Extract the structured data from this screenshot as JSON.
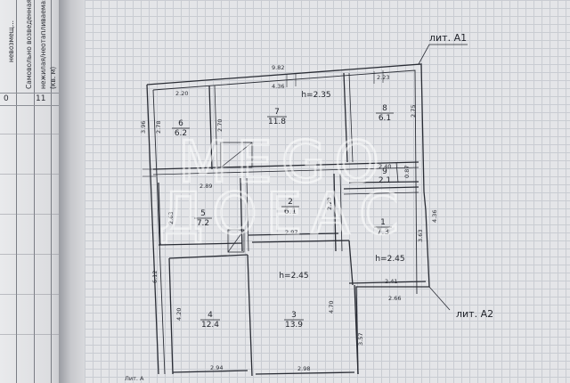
{
  "table": {
    "col_header_1": "Самовольно возведенная",
    "col_header_2": "нежилая/неотапливаемая",
    "col_header_3": "(кв. м)",
    "col_header_4": "невозмещ...",
    "col_num_1": "0",
    "col_num_2": "11"
  },
  "plan": {
    "labels": {
      "lit_a1": "лит. А1",
      "lit_a2": "лит. А2"
    },
    "rooms": [
      {
        "num": "6",
        "area": "6.2"
      },
      {
        "num": "7",
        "area": "11.8"
      },
      {
        "num": "8",
        "area": "6.1"
      },
      {
        "num": "9",
        "area": "2.1"
      },
      {
        "num": "5",
        "area": "7.2"
      },
      {
        "num": "2",
        "area": "6.1"
      },
      {
        "num": "1",
        "area": "7.3"
      },
      {
        "num": "4",
        "area": "12.4"
      },
      {
        "num": "3",
        "area": "13.9"
      }
    ],
    "heights": [
      "h=2.35",
      "h=2.45",
      "h=2.45"
    ],
    "dimensions": {
      "top_total": "9.82",
      "r6_top": "2.20",
      "r7_top": "4.36",
      "r8_top": "2.23",
      "left_a": "3.96",
      "left_b": "2.78",
      "r6_right": "2.70",
      "r8_right": "2.75",
      "r9_h": "2.40",
      "r9_w": "0.87",
      "r5_top": "2.89",
      "r5_left": "2.63",
      "r2_mid": "2.20",
      "r1_right": "4.36",
      "r1_in": "3.63",
      "r3_top": "2.97",
      "r1_bottom": "2.41",
      "a2_bottom": "2.66",
      "left_low": "6.12",
      "r4_left": "4.20",
      "r3_right": "4.70",
      "bottom_right": "3.57",
      "r4_bottom": "2.94",
      "r3_bottom": "2.98"
    },
    "sheet_note": "Лит. А"
  },
  "watermark": {
    "line1": "MEGO",
    "line2": "ДОЕАС"
  },
  "colors": {
    "line": "#2a2d35",
    "paper": "#e4e5e8",
    "grid": "#c9ccd2"
  }
}
